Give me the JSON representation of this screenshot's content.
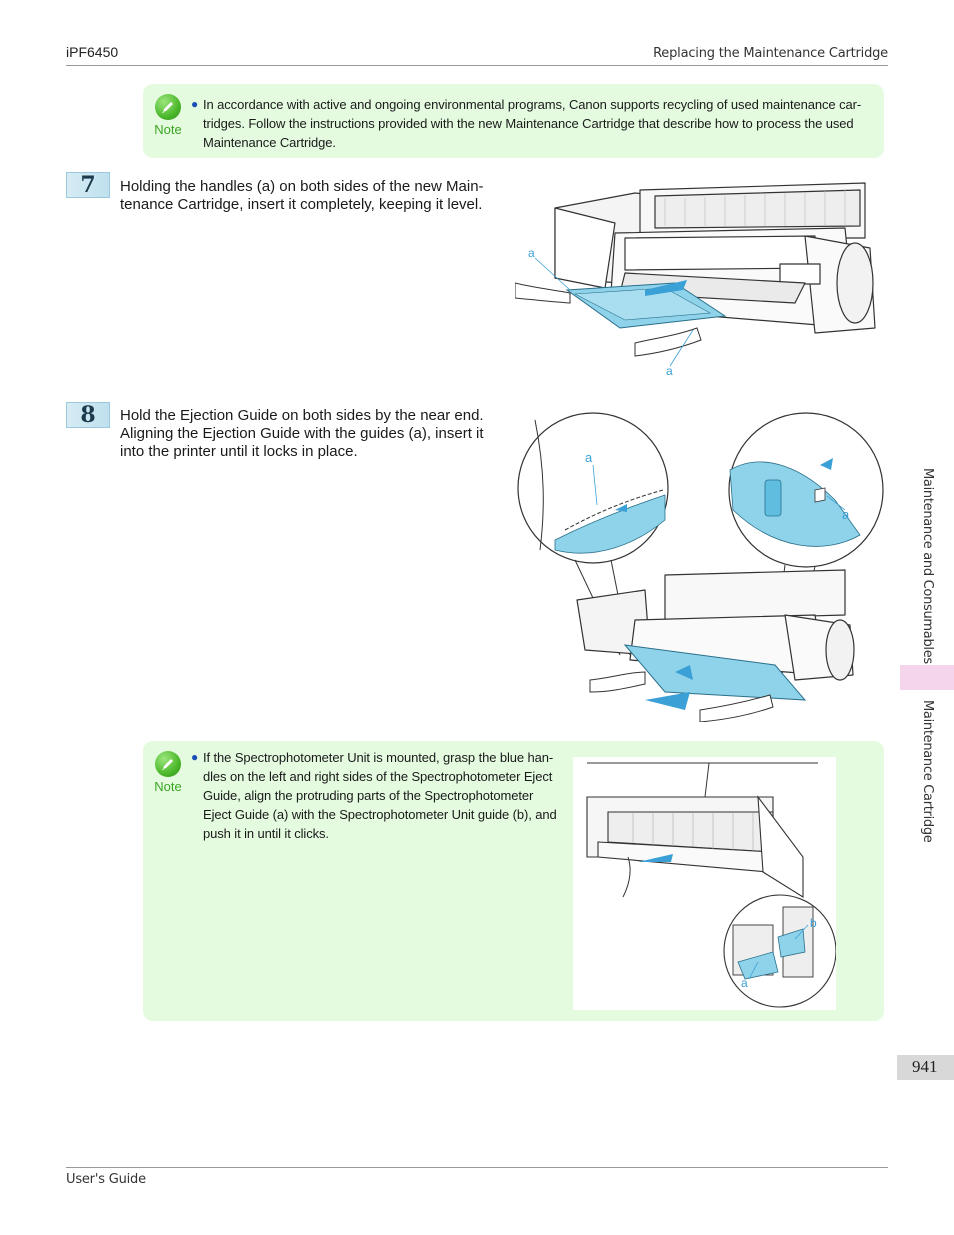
{
  "header": {
    "model": "iPF6450",
    "section": "Replacing the Maintenance Cartridge"
  },
  "note1": {
    "label": "Note",
    "lines": [
      "In accordance with active and ongoing environmental programs, Canon supports recycling of used maintenance car-",
      "tridges. Follow the instructions provided with the new Maintenance Cartridge that describe how to process the used",
      "Maintenance Cartridge."
    ]
  },
  "step7": {
    "number": "7",
    "lines": [
      "Holding the handles (a) on both sides of the new Main-",
      "tenance Cartridge, insert it completely, keeping it level."
    ],
    "callout_top": "a",
    "callout_bottom": "a"
  },
  "step8": {
    "number": "8",
    "lines": [
      "Hold the Ejection Guide on both sides by the near end.",
      "Aligning the Ejection Guide with the guides (a), insert it",
      "into the printer until it locks in place."
    ],
    "callout_left": "a",
    "callout_right": "a"
  },
  "note2": {
    "label": "Note",
    "lines": [
      "If the Spectrophotometer Unit is mounted, grasp the blue han-",
      "dles on the left and right sides of the Spectrophotometer Eject",
      "Guide, align the protruding parts of the Spectrophotometer",
      "Eject Guide (a) with the Spectrophotometer Unit guide (b), and",
      "push it in until it clicks."
    ],
    "callout_a": "a",
    "callout_b": "b"
  },
  "sidebar": {
    "tab_chapter": "Maintenance and Consumables",
    "tab_section": "Maintenance Cartridge"
  },
  "footer": {
    "guide": "User's Guide",
    "page_number": "941"
  },
  "colors": {
    "note_bg": "#e4fbe0",
    "note_green": "#3aa620",
    "bullet_blue": "#1b4fb5",
    "accent_blue": "#8fd3ea",
    "callout_blue": "#3aa0d6",
    "side_pink": "#f5d5ec"
  }
}
